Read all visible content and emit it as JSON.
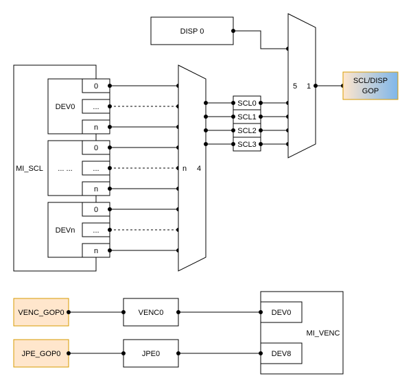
{
  "colors": {
    "stroke": "#000000",
    "background": "#ffffff",
    "orange_fill": "#ffe6cc",
    "orange_stroke": "#d79b00",
    "blue_gradient_end": "#7eb6ea"
  },
  "mi_scl": {
    "label": "MI_SCL",
    "devices": [
      {
        "label": "DEV0",
        "ports": [
          "0",
          "...",
          "n"
        ]
      },
      {
        "label": "... ...",
        "ports": [
          "0",
          "...",
          "n"
        ]
      },
      {
        "label": "DEVn",
        "ports": [
          "0",
          "...",
          "n"
        ]
      }
    ]
  },
  "mux_left": {
    "output_label": "4",
    "input_label": "n"
  },
  "scl_boxes": [
    "SCL0",
    "SCL1",
    "SCL2",
    "SCL3"
  ],
  "mux_right": {
    "input_label": "5",
    "output_label": "1"
  },
  "disp": {
    "label": "DISP 0"
  },
  "output": {
    "label_line1": "SCL/DISP",
    "label_line2": "GOP"
  },
  "venc_row": {
    "source": "VENC_GOP0",
    "block": "VENC0",
    "dest": "DEV0"
  },
  "jpe_row": {
    "source": "JPE_GOP0",
    "block": "JPE0",
    "dest": "DEV8"
  },
  "mi_venc": {
    "label": "MI_VENC"
  }
}
